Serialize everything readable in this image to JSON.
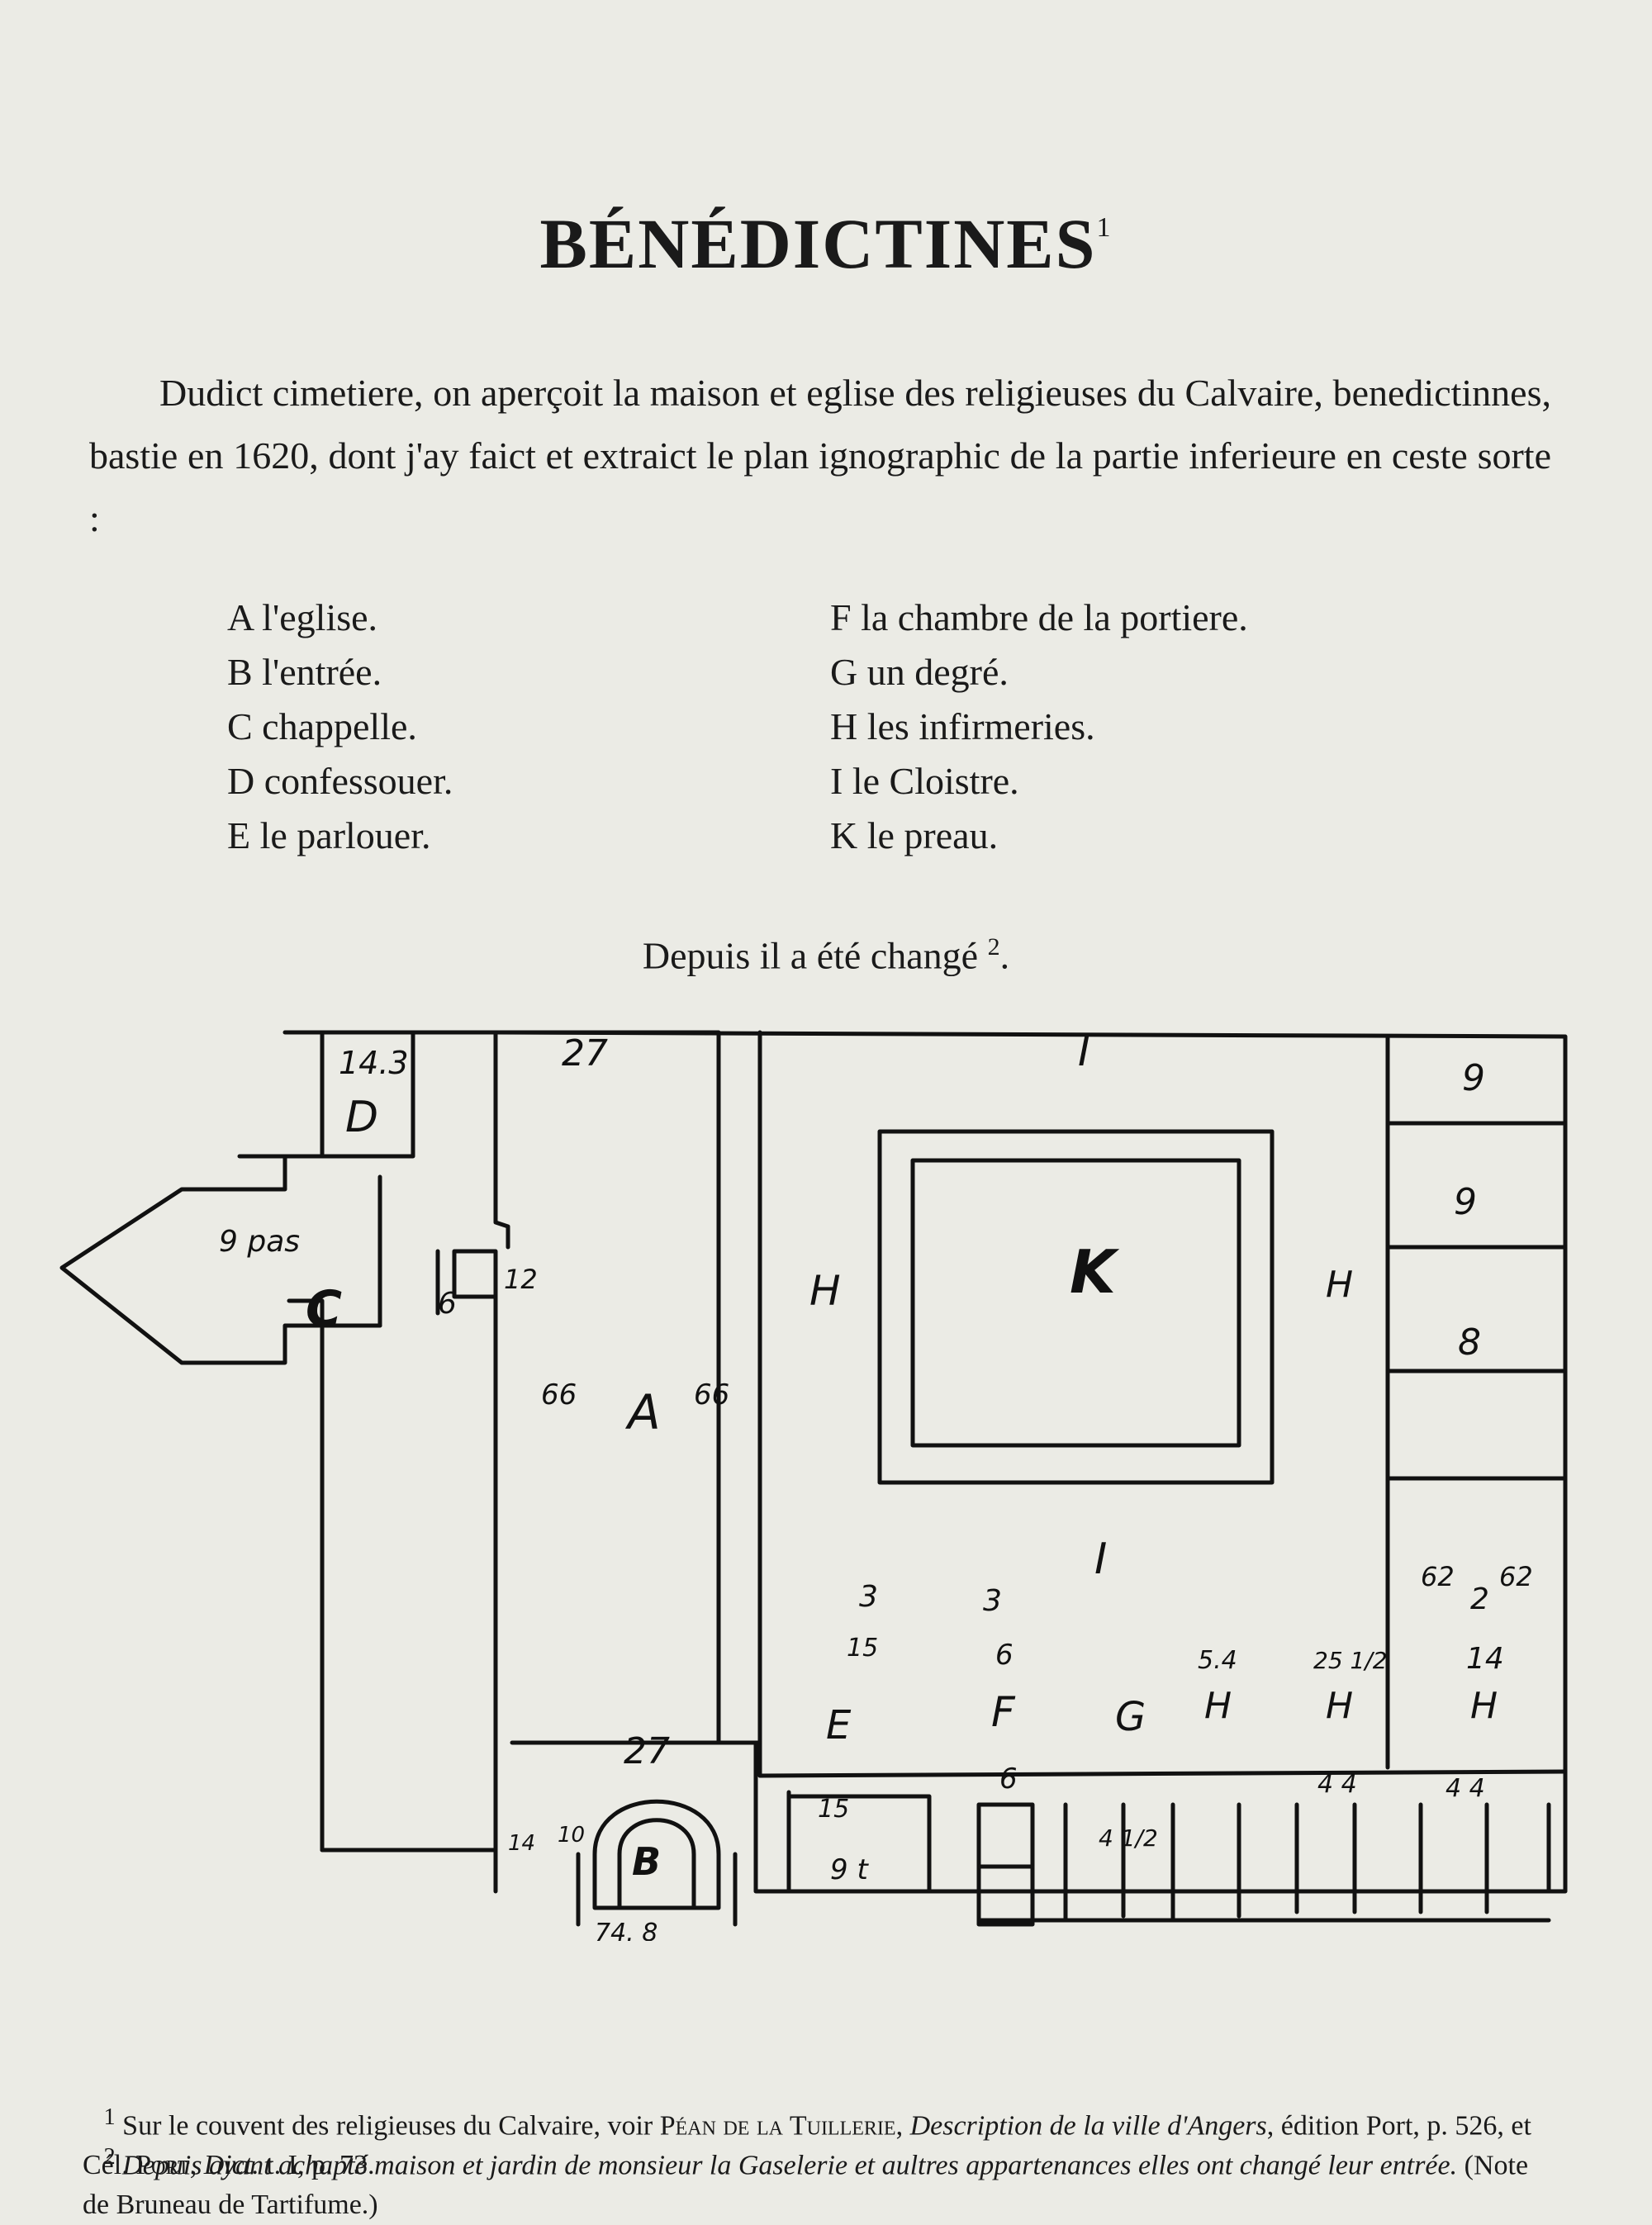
{
  "title": "BÉNÉDICTINES",
  "title_note": "1",
  "paragraph": "Dudict cimetiere, on aperçoit la maison et eglise des religieuses du Calvaire, benedictinnes, bastie en 1620, dont j'ay faict et extraict le plan ignographic de la partie inferieure en ceste sorte :",
  "legend_left": [
    "A l'eglise.",
    "B l'entrée.",
    "C chappelle.",
    "D confessouer.",
    "E le parlouer."
  ],
  "legend_right": [
    "F la chambre de la portiere.",
    "G un degré.",
    "H les infirmeries.",
    "I le Cloistre.",
    "K le preau."
  ],
  "changed": "Depuis il a été changé",
  "changed_note": "2",
  "plan_labels": {
    "top_left_box": "14.3",
    "D": "D",
    "n27_top": "27",
    "pas": "9 pas",
    "C": "C",
    "n6": "6",
    "n12": "12",
    "n66a": "66",
    "A": "A",
    "n66b": "66",
    "H_left": "H",
    "I_top": "I",
    "K": "K",
    "H_right": "H",
    "I_bottom": "I",
    "n9a": "9",
    "n9b": "9",
    "n8": "8",
    "n62a": "62",
    "n62b": "62",
    "n3a": "3",
    "n3b": "3",
    "n2": "2",
    "n15": "15",
    "E": "E",
    "n15b": "15",
    "n6b": "6",
    "F": "F",
    "n6c": "6",
    "G": "G",
    "n4half": "4 1/2",
    "n54": "5.4",
    "H1": "H",
    "n25": "25 1/2",
    "H2": "H",
    "n14": "14",
    "H3": "H",
    "n27_bottom": "27",
    "n14b": "14",
    "n10": "10",
    "B": "B",
    "n9t": "9 t",
    "n74": "74. 8",
    "n44": "4 4",
    "n44b": "4 4"
  },
  "footnote1": {
    "num": "1",
    "text_a": "Sur le couvent des religieuses du Calvaire, voir",
    "author": "Péan de la Tuillerie",
    "text_b": ", ",
    "work": "Description de la ville d'Angers",
    "text_c": ", édition Port, p. 526, et Cél.",
    "author2": "Port",
    "text_d": ", ",
    "work2": "Dict.",
    "text_e": " t. I, p. 73."
  },
  "footnote2": {
    "num": "2",
    "italic": "Depuis ayant achapté maison et jardin de monsieur la Gaselerie et aultres appartenances elles ont changé leur entrée.",
    "plain": " (Note de Bruneau de Tartifume.)"
  }
}
